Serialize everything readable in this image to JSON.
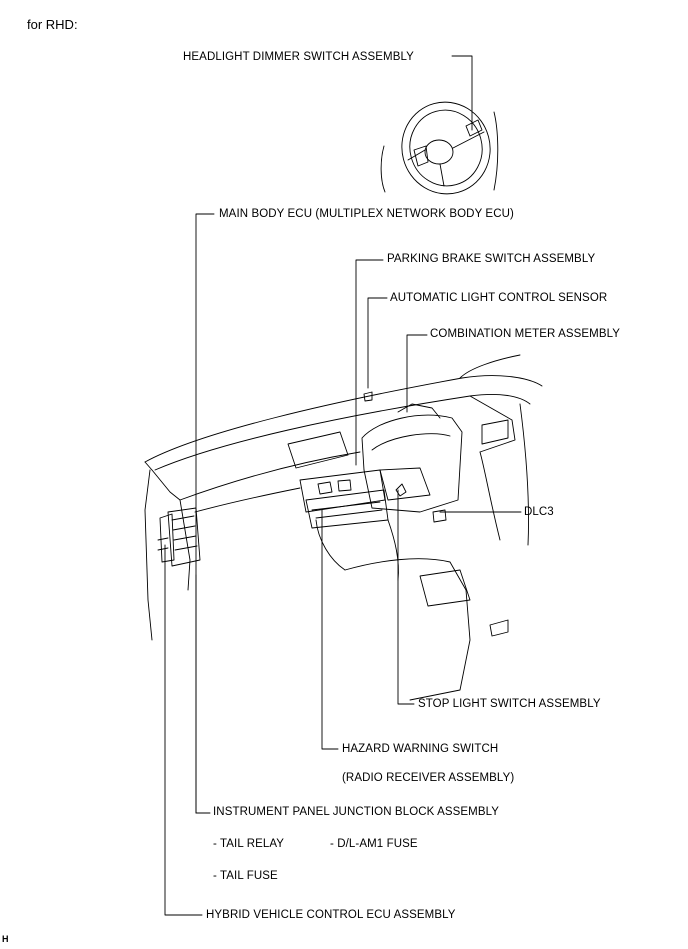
{
  "header": "for RHD:",
  "figure_id": "H",
  "labels": {
    "headlight_dimmer": "HEADLIGHT DIMMER SWITCH ASSEMBLY",
    "main_body_ecu": "MAIN BODY ECU (MULTIPLEX NETWORK BODY ECU)",
    "parking_brake": "PARKING BRAKE SWITCH ASSEMBLY",
    "auto_light_sensor": "AUTOMATIC LIGHT CONTROL SENSOR",
    "combination_meter": "COMBINATION METER ASSEMBLY",
    "dlc3": "DLC3",
    "stop_light": "STOP LIGHT SWITCH ASSEMBLY",
    "hazard_switch": "HAZARD WARNING SWITCH",
    "radio_receiver": "(RADIO RECEIVER ASSEMBLY)",
    "ip_junction_block": "INSTRUMENT PANEL JUNCTION BLOCK ASSEMBLY",
    "tail_relay": "- TAIL RELAY",
    "dl_am1_fuse": "- D/L-AM1 FUSE",
    "tail_fuse": "- TAIL FUSE",
    "hybrid_ecu": "HYBRID VEHICLE CONTROL ECU ASSEMBLY"
  }
}
